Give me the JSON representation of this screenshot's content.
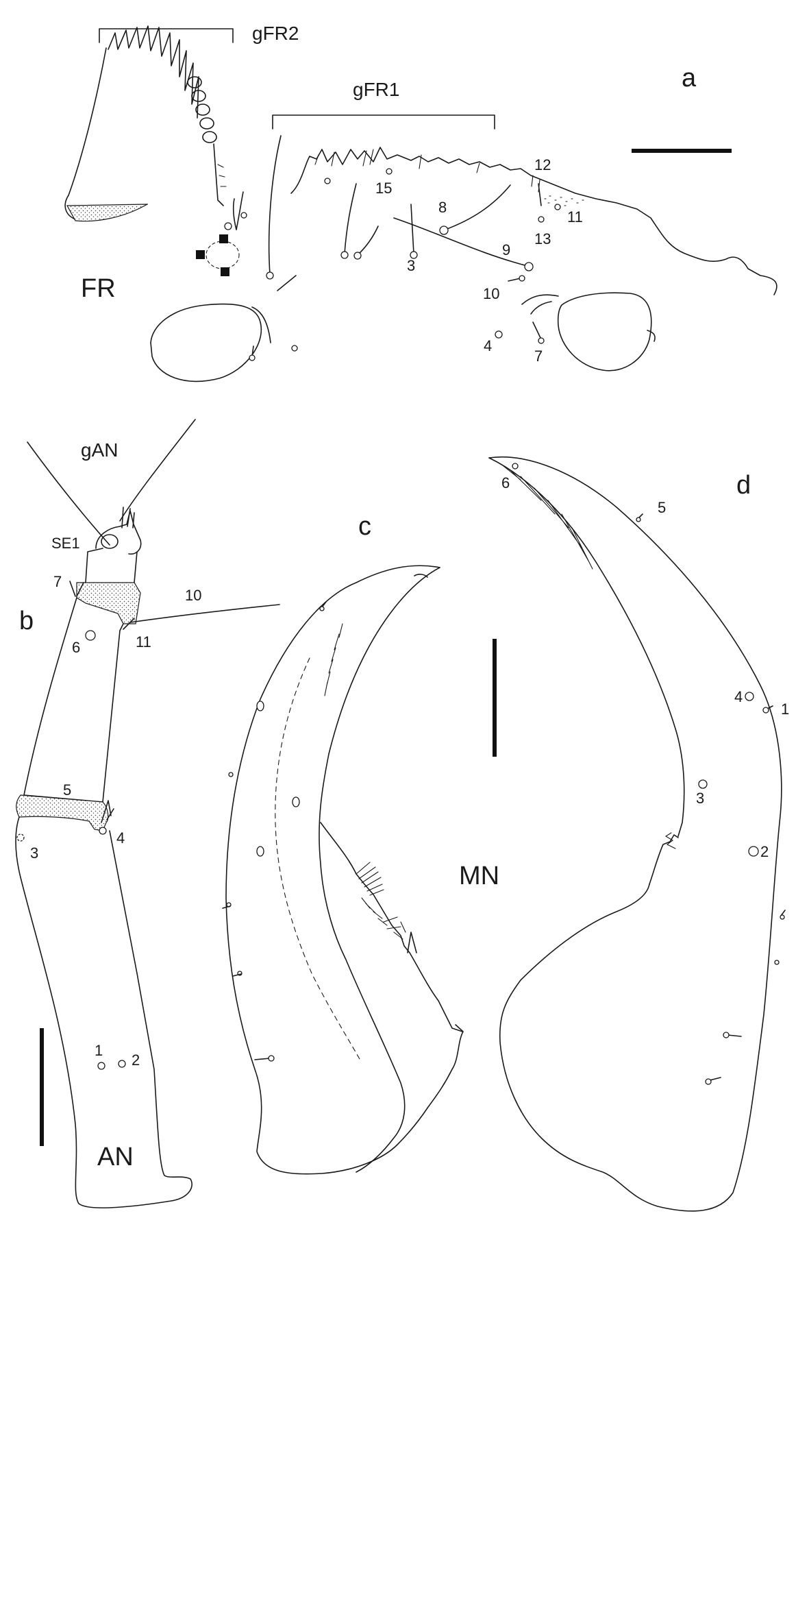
{
  "panels": {
    "a": {
      "letter": "a",
      "region": "FR",
      "group_gFR1": "gFR1",
      "group_gFR2": "gFR2",
      "setae": [
        "3",
        "4",
        "7",
        "8",
        "9",
        "10",
        "11",
        "12",
        "13",
        "15"
      ]
    },
    "b": {
      "letter": "b",
      "region": "AN",
      "group": "gAN",
      "sensillum": "SE1",
      "setae": [
        "1",
        "2",
        "3",
        "4",
        "5",
        "6",
        "7",
        "10",
        "11"
      ]
    },
    "c": {
      "letter": "c"
    },
    "d": {
      "letter": "d",
      "region": "MN",
      "setae": [
        "1",
        "2",
        "3",
        "4",
        "5",
        "6"
      ]
    }
  },
  "colors": {
    "ink": "#1a1a1a",
    "background": "#ffffff"
  }
}
